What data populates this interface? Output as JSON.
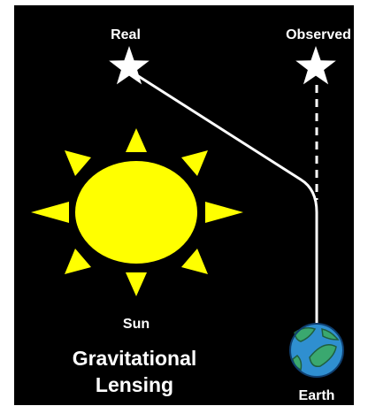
{
  "labels": {
    "real": "Real",
    "observed": "Observed",
    "sun": "Sun",
    "earth": "Earth"
  },
  "title": {
    "line1": "Gravitational",
    "line2": "Lensing"
  },
  "colors": {
    "background": "#000000",
    "sun": "#ffff00",
    "star": "#ffffff",
    "ray": "#ffffff",
    "earth_ocean": "#2f8fd0",
    "earth_land": "#3aa86f"
  },
  "icons": {
    "real_star": "star-icon",
    "observed_star": "star-icon",
    "sun": "sun-icon",
    "earth": "earth-icon"
  }
}
